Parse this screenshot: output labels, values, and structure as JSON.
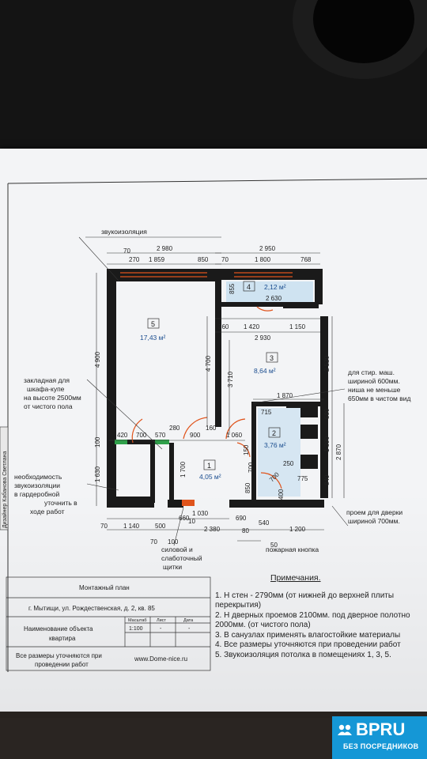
{
  "plan": {
    "top_label": "звукоизоляция",
    "rooms": [
      {
        "num": "5",
        "area": "17,43 м²"
      },
      {
        "num": "4",
        "area": "2,12 м²"
      },
      {
        "num": "3",
        "area": "8,64 м²"
      },
      {
        "num": "2",
        "area": "3,76 м²"
      },
      {
        "num": "1",
        "area": "4,05 м²"
      }
    ],
    "dims": {
      "d2980": "2 980",
      "d2950": "2 950",
      "d70a": "70",
      "d270": "270",
      "d1859": "1 859",
      "d850": "850",
      "d70b": "70",
      "d1800": "1 800",
      "d768": "768",
      "d855": "855",
      "d2630": "2 630",
      "d360": "360",
      "d1420": "1 420",
      "d1150": "1 150",
      "d2930": "2 930",
      "d4900": "4 900",
      "d4700": "4 700",
      "d3710": "3 710",
      "d2520": "2 520",
      "d1870": "1 870",
      "d715": "715",
      "d580": "580",
      "d1390": "1 390",
      "d2870": "2 870",
      "d840": "840",
      "d250": "250",
      "d775": "775",
      "d700r": "700",
      "d400": "400",
      "d700d": "700",
      "d420": "420",
      "d700a": "700",
      "d570": "570",
      "d280": "280",
      "d900": "900",
      "d160": "160",
      "d1060": "1 060",
      "d150": "150",
      "d100": "100",
      "d1630": "1 630",
      "d1700": "1 700",
      "d850b": "850",
      "d70c": "70",
      "d1140": "1 140",
      "d500": "500",
      "d660": "660",
      "d690": "690",
      "d540": "540",
      "d1030": "1 030",
      "d10": "10",
      "d2380": "2 380",
      "d80": "80",
      "d1200": "1 200",
      "d70d": "70",
      "d100b": "100",
      "d50": "50"
    },
    "annotations": {
      "wardrobe": [
        "закладная для",
        "шкафа-купе",
        "на высоте 2500мм",
        "от чистого пола"
      ],
      "soundproof": [
        "необходимость",
        "звукоизоляции",
        "в гардеробной",
        "уточнить в",
        "ходе работ"
      ],
      "washer": [
        "для стир. маш.",
        "шириной 600мм.",
        "ниша не меньше",
        "650мм в чистом вид"
      ],
      "doorway": [
        "проем для дверки",
        "шириной 700мм."
      ],
      "power": [
        "силовой и",
        "слаботочный",
        "щитки"
      ],
      "fire": "пожарная кнопка",
      "designer": "Дизайнер Кабанова Светлана"
    }
  },
  "stamp": {
    "title": "Монтажный план",
    "address": "г. Мытищи, ул. Рождественская, д. 2, кв. 85",
    "object_label": "Наименование объекта квартира",
    "scale_hdr": "Масштаб",
    "sheet_hdr": "Лист",
    "date_hdr": "Дата",
    "scale": "1:100",
    "sheet": "-",
    "date": "-",
    "clarify": "Все размеры уточняются при проведении работ",
    "site": "www.Dome-nice.ru"
  },
  "notes": {
    "title": "Примечания.",
    "items": [
      "1. Н стен - 2790мм (от нижней до верхней плиты перекрытия)",
      "2. Н дверных проемов 2100мм. под дверное полотно 2000мм. (от чистого пола)",
      "3. В санузлах применять влагостойкие материалы",
      "4. Все размеры уточняются при проведении работ",
      "5. Звукоизоляция потолка в помещениях 1, 3, 5."
    ]
  },
  "logo": {
    "brand": "BPRU",
    "tagline": "БЕЗ ПОСРЕДНИКОВ"
  },
  "colors": {
    "wall": "#1a1a1a",
    "door": "#e0541c",
    "bath_fill": "#cfe3f1",
    "paper": "#f3f4f6",
    "logo": "#1597d6"
  }
}
